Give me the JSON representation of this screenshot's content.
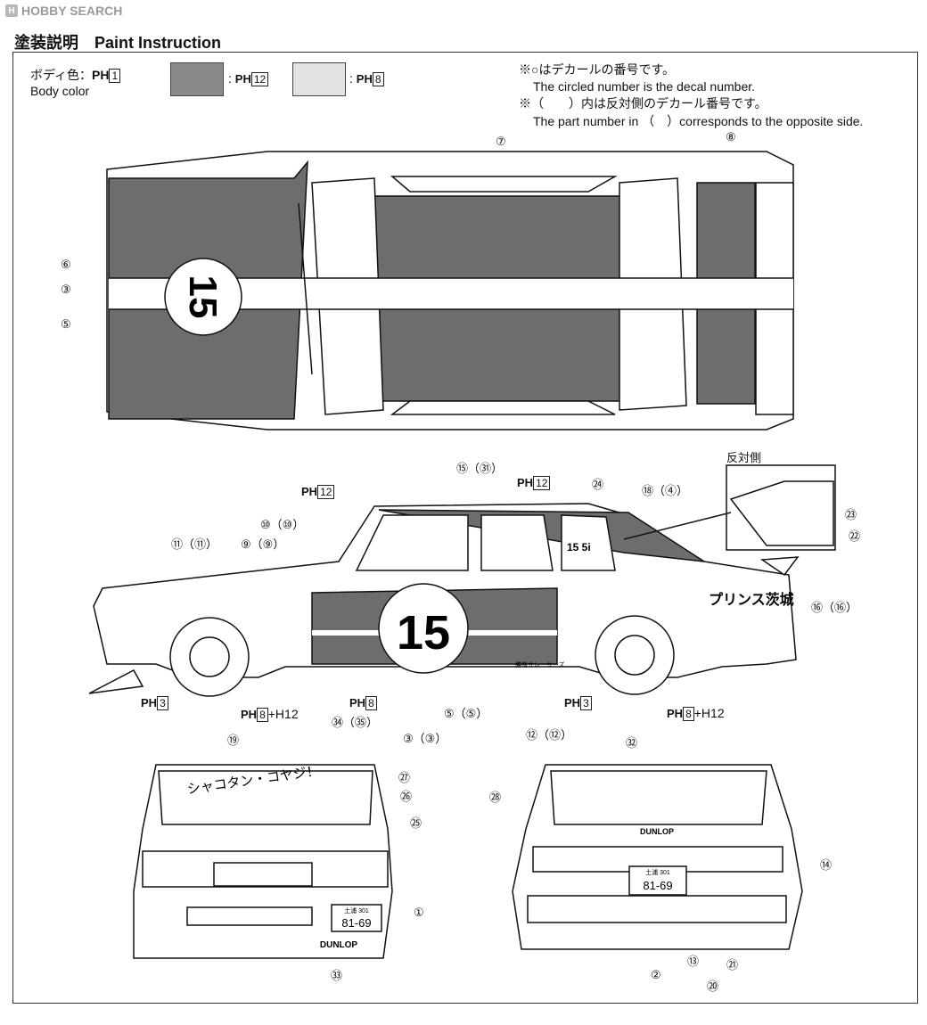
{
  "site": {
    "logo_text": "HOBBY SEARCH"
  },
  "header": {
    "title": "塗装説明　Paint Instruction"
  },
  "legend": {
    "body_color_jp": "ボディ色：",
    "body_color_en": "Body color",
    "body_code": "1",
    "swatch_dark_code": "12",
    "swatch_light_code": "8",
    "dark_color": "#8a8a8a",
    "light_color": "#e2e2e2",
    "ph": "PH",
    "colon": ":"
  },
  "notes": {
    "line1_jp": "※○はデカールの番号です。",
    "line1_en": "The circled number is the decal number.",
    "line2_jp": "※（　　）内は反対側のデカール番号です。",
    "line2_en": "The part number in （　）corresponds to the opposite side."
  },
  "top_view": {
    "number": "15"
  },
  "side_view": {
    "number": "15",
    "opposite_side_label": "反対側",
    "sponsor_text": "プリンス茨城",
    "door_small_text": "15 5i",
    "rocker_text": "勝哉サレーサーズ",
    "ph_roof": "12",
    "ph_window": "12",
    "ph_front_wheel": "3",
    "ph_front_rim": "8",
    "ph_front_rim_extra": "+H12",
    "ph_rear_wheel": "3",
    "ph_rear_rim": "8",
    "ph_rear_rim_extra": "+H12",
    "ph_side": "8"
  },
  "front_view": {
    "windshield_text": "シャコタン・コヤジ！",
    "plate_top": "土浦 301",
    "plate_number": "81-69",
    "bumper_text": "DUNLOP"
  },
  "rear_view": {
    "spoiler_text": "DUNLOP",
    "plate_top": "土浦 301",
    "plate_number": "81-69"
  },
  "callouts": {
    "c7": "⑦",
    "c8": "⑧",
    "c6": "⑥",
    "c3": "③",
    "c5": "⑤",
    "c15": "⑮（㉛）",
    "c24": "㉔",
    "c18": "⑱（④）",
    "c10": "⑩（⑩）",
    "c11": "⑪（⑪）",
    "c9": "⑨（⑨）",
    "c23": "㉓",
    "c22": "㉒",
    "c16": "⑯（⑯）",
    "c34": "㉞（㉟）",
    "c3b": "③（③）",
    "c5b": "⑤（⑤）",
    "c12": "⑫（⑫）",
    "c19": "⑲",
    "c27": "㉗",
    "c26": "㉖",
    "c25": "㉕",
    "c1": "①",
    "c33": "㉝",
    "c32": "㉜",
    "c28": "㉘",
    "c14": "⑭",
    "c2": "②",
    "c13": "⑬",
    "c20": "⑳",
    "c21": "㉑"
  }
}
